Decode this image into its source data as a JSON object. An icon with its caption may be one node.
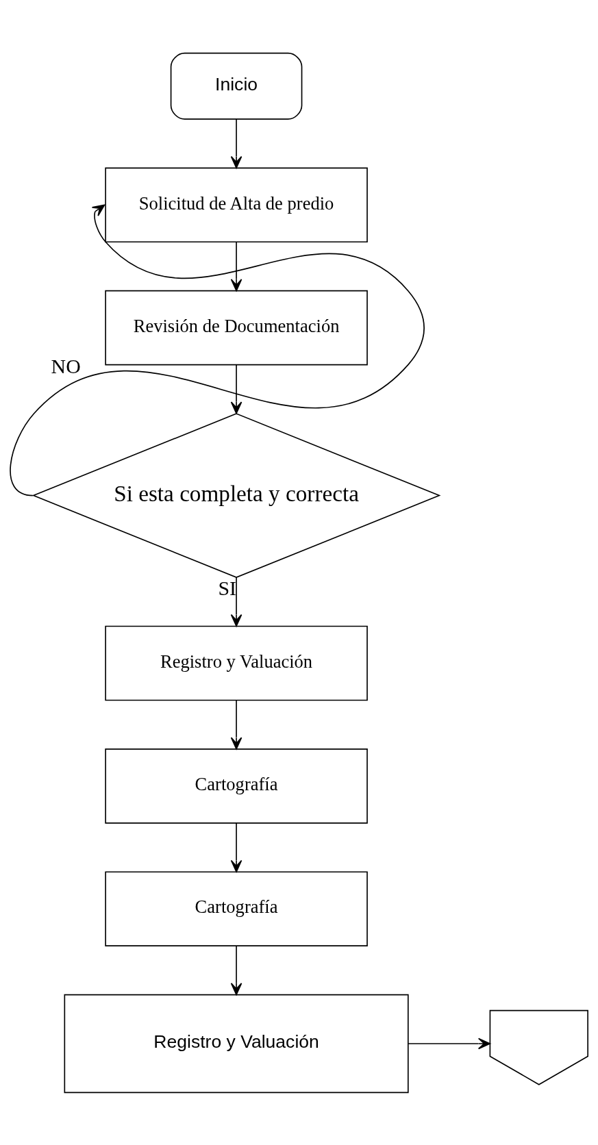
{
  "diagram": {
    "nodes": [
      {
        "text": [
          "Inicio"
        ]
      },
      {
        "text": [
          "Solicitud de Alta de predio"
        ]
      },
      {
        "text": [
          "Revisión de Documentación"
        ]
      },
      {
        "text": [
          "Si esta completa y correcta"
        ]
      },
      {
        "text": [
          "Registro y Valuación"
        ]
      },
      {
        "text": [
          "Cartografía"
        ]
      },
      {
        "text": [
          "Cartografía"
        ]
      },
      {
        "text": [
          "Registro y Valuación"
        ]
      },
      {
        "text": [],
        "shape": "pentagon"
      }
    ],
    "edges": [
      {
        "from": 0,
        "to": 1,
        "arrow": "to"
      },
      {
        "from": 1,
        "to": 2,
        "arrow": "to"
      },
      {
        "from": 2,
        "to": 3,
        "arrow": "to"
      },
      {
        "from": 3,
        "to": 1,
        "arrow": "to",
        "label": "NO"
      },
      {
        "from": 3,
        "to": 4,
        "arrow": "to",
        "label": "SI"
      },
      {
        "from": 4,
        "to": 5,
        "arrow": "to"
      },
      {
        "from": 5,
        "to": 6,
        "arrow": "to"
      },
      {
        "from": 6,
        "to": 7,
        "arrow": "to"
      },
      {
        "from": 7,
        "to": 8,
        "arrow": "to"
      }
    ]
  }
}
